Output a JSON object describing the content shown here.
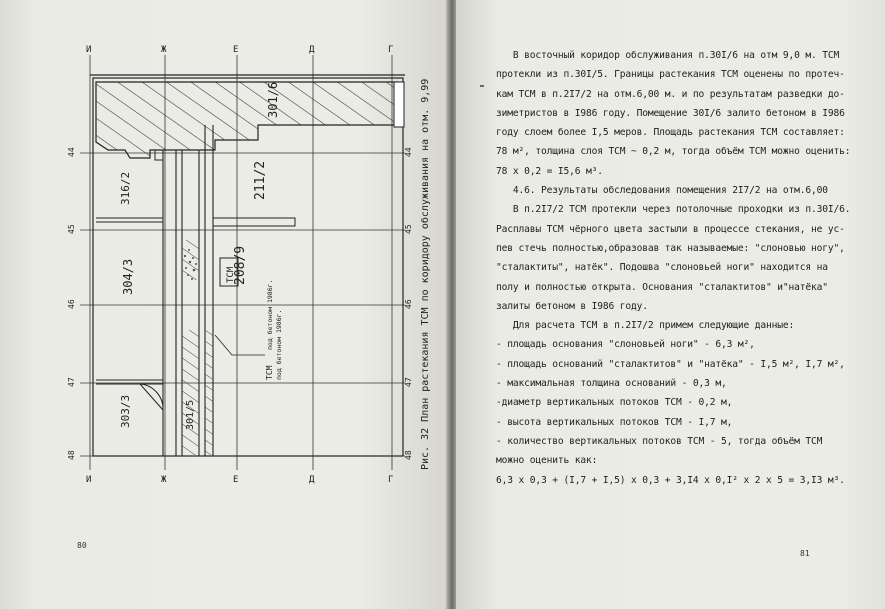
{
  "plan": {
    "axes_top": [
      "И",
      "Ж",
      "Е",
      "Д",
      "Г"
    ],
    "axes_bottom": [
      "И",
      "Ж",
      "Е",
      "Д",
      "Г"
    ],
    "rows_left": [
      "44",
      "45",
      "46",
      "47",
      "48"
    ],
    "rows_right": [
      "44",
      "45",
      "46",
      "47",
      "48"
    ],
    "rooms": {
      "r301_6": "301/6",
      "r211_2": "211/2",
      "r316_2": "316/2",
      "r208_9": "208/9",
      "r304_3": "304/3",
      "r303_3": "303/3",
      "r301_5": "301/5"
    },
    "tcm_label": "ТСМ",
    "tcm_concrete_label_1": "ТСМ",
    "tcm_concrete_label_2": "под бетоном 1986г.",
    "tcm_concrete_label_3": "под бетоном 1986г."
  },
  "figure_caption": "Рис. 32  План растекания ТСМ по коридору обслуживания на отм. 9,99",
  "left_page_number": "80",
  "right_page_number": "81",
  "right_page": {
    "lines": [
      "   В восточный коридор обслуживания п.30I/6 на отм 9,0 м. ТСМ",
      "протекли из п.30I/5. Границы растекания ТСМ оценены по протеч-",
      "кам ТСМ в п.2I7/2 на отм.6,00 м. и по результатам разведки до-",
      "зиметристов в I986 году. Помещение 30I/6 залито бетоном в I986",
      "году слоем более I,5 меров. Площадь растекания ТСМ составляет:",
      "78 м², толщина слоя ТСМ ~ 0,2 м, тогда объём ТСМ можно оценить:",
      "78 х 0,2 = I5,6 м³."
    ],
    "heading": "   4.6. Результаты обследования помещения 2I7/2 на отм.6,00",
    "lines2": [
      "   В п.2I7/2 ТСМ протекли через потолочные проходки из п.30I/6.",
      "Расплавы ТСМ чёрного цвета застыли в процессе стекания, не ус-",
      "пев стечь полностью,образовав так называемые: \"слоновью ногу\",",
      "\"сталактиты\", натёк\". Подошва \"слоновьей ноги\" находится на",
      "полу и полностью открыта. Основания \"сталактитов\" и\"натёка\"",
      "залиты бетоном в I986 году."
    ],
    "lines3": [
      "   Для расчета ТСМ в п.2I7/2 примем следующие данные:",
      "- площадь основания \"слоновьей ноги\" - 6,3 м²,",
      "- площадь оснований \"сталактитов\" и \"натёка\" - I,5 м², I,7 м²,",
      "- максимальная толщина оснований - 0,3 м,",
      "-диаметр вертикальных потоков ТСМ - 0,2 м,",
      "- высота вертикальных потоков ТСМ - I,7 м,",
      "- количество вертикальных потоков ТСМ - 5, тогда объём ТСМ",
      "можно оценить как:",
      "6,3 х 0,3 + (I,7 + I,5) х 0,3 + 3,I4 х 0,I² х 2 х 5 = 3,I3 м³."
    ]
  }
}
